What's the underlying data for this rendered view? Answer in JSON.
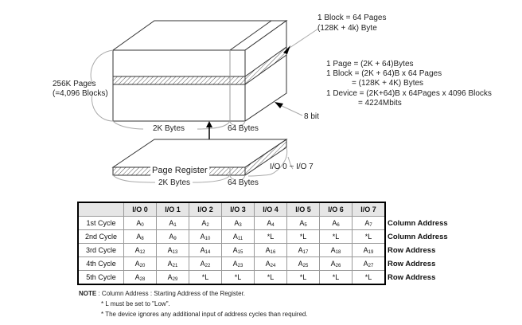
{
  "diagram": {
    "block_annotation": [
      "1 Block = 64 Pages",
      "(128K + 4k) Byte"
    ],
    "pages_label": [
      "256K Pages",
      "(=4,096 Blocks)"
    ],
    "array_main_width": "2K Bytes",
    "array_spare_width": "64 Bytes",
    "bus_width": "8 bit",
    "formulas": [
      "1 Page = (2K + 64)Bytes",
      "1 Block = (2K + 64)B x 64 Pages",
      "= (128K + 4K) Bytes",
      "1 Device = (2K+64)B x 64Pages x 4096 Blocks",
      "= 4224Mbits"
    ],
    "register_label": "Page Register",
    "register_main_width": "2K Bytes",
    "register_spare_width": "64 Bytes",
    "io_label": "I/O 0 ~ I/O 7"
  },
  "table": {
    "headers": [
      "I/O 0",
      "I/O 1",
      "I/O 2",
      "I/O 3",
      "I/O 4",
      "I/O 5",
      "I/O 6",
      "I/O 7"
    ],
    "rows": [
      {
        "cycle": "1st Cycle",
        "cells": [
          [
            "A",
            "0"
          ],
          [
            "A",
            "1"
          ],
          [
            "A",
            "2"
          ],
          [
            "A",
            "3"
          ],
          [
            "A",
            "4"
          ],
          [
            "A",
            "5"
          ],
          [
            "A",
            "6"
          ],
          [
            "A",
            "7"
          ]
        ],
        "type": "Column Address"
      },
      {
        "cycle": "2nd Cycle",
        "cells": [
          [
            "A",
            "8"
          ],
          [
            "A",
            "9"
          ],
          [
            "A",
            "10"
          ],
          [
            "A",
            "11"
          ],
          [
            "*L",
            ""
          ],
          [
            "*L",
            ""
          ],
          [
            "*L",
            ""
          ],
          [
            "*L",
            ""
          ]
        ],
        "type": "Column Address"
      },
      {
        "cycle": "3rd Cycle",
        "cells": [
          [
            "A",
            "12"
          ],
          [
            "A",
            "13"
          ],
          [
            "A",
            "14"
          ],
          [
            "A",
            "15"
          ],
          [
            "A",
            "16"
          ],
          [
            "A",
            "17"
          ],
          [
            "A",
            "18"
          ],
          [
            "A",
            "19"
          ]
        ],
        "type": "Row Address"
      },
      {
        "cycle": "4th Cycle",
        "cells": [
          [
            "A",
            "20"
          ],
          [
            "A",
            "21"
          ],
          [
            "A",
            "22"
          ],
          [
            "A",
            "23"
          ],
          [
            "A",
            "24"
          ],
          [
            "A",
            "25"
          ],
          [
            "A",
            "26"
          ],
          [
            "A",
            "27"
          ]
        ],
        "type": "Row Address"
      },
      {
        "cycle": "5th Cycle",
        "cells": [
          [
            "A",
            "28"
          ],
          [
            "A",
            "29"
          ],
          [
            "*L",
            ""
          ],
          [
            "*L",
            ""
          ],
          [
            "*L",
            ""
          ],
          [
            "*L",
            ""
          ],
          [
            "*L",
            ""
          ],
          [
            "*L",
            ""
          ]
        ],
        "type": "Row Address"
      }
    ]
  },
  "notes": {
    "title": "NOTE",
    "lines": [
      ": Column Address : Starting Address of the Register.",
      "* L must be set to \"Low\".",
      "* The device ignores any additional input of address cycles than required."
    ]
  }
}
